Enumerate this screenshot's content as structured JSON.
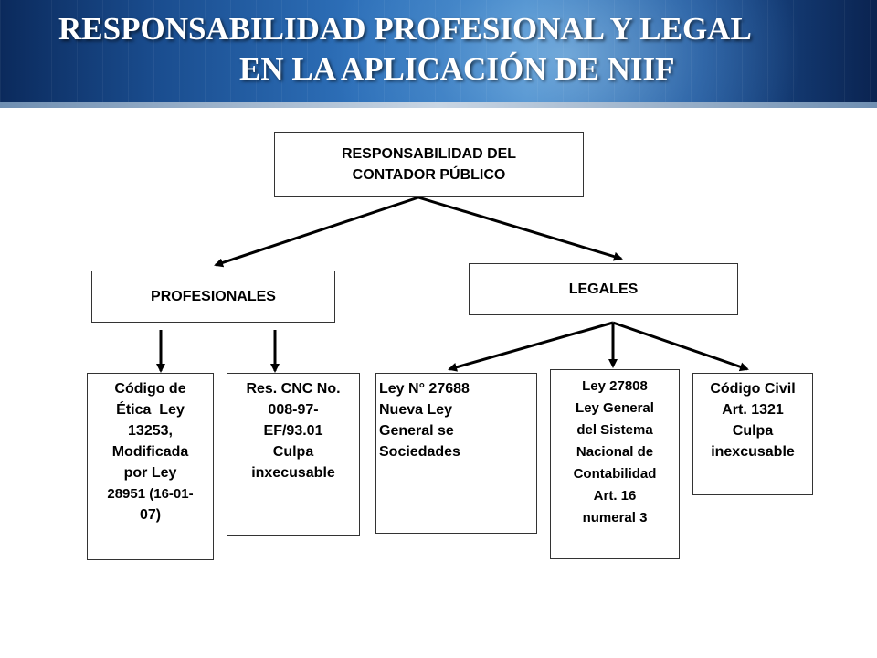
{
  "slide": {
    "title_line1": "RESPONSABILIDAD PROFESIONAL Y LEGAL",
    "title_line2": "EN LA APLICACIÓN DE NIIF"
  },
  "diagram": {
    "root": {
      "line1": "RESPONSABILIDAD DEL",
      "line2": "CONTADOR PÚBLICO"
    },
    "profesionales": {
      "label": "PROFESIONALES"
    },
    "legales": {
      "label": "LEGALES"
    },
    "leaves": {
      "codigo_etica": [
        "Código de",
        "Ética  Ley",
        "13253,",
        "Modificada",
        "por Ley",
        "28951 (16-01-",
        "07)"
      ],
      "res_cnc": [
        "Res. CNC No.",
        "008-97-",
        "EF/93.01",
        "Culpa",
        "inxecusable"
      ],
      "ley_27688": [
        "Ley N° 27688",
        "Nueva Ley",
        "General se",
        "Sociedades"
      ],
      "ley_27808": [
        "Ley 27808",
        "Ley General",
        "del Sistema",
        "Nacional de",
        "Contabilidad",
        "Art. 16",
        "numeral 3"
      ],
      "codigo_civil": [
        "Código Civil",
        "Art. 1321",
        "Culpa",
        "inexcusable"
      ]
    }
  },
  "colors": {
    "banner_dark": "#0b2a5c",
    "banner_light": "#3f86c9",
    "title_text": "#ffffff",
    "box_border": "#333333",
    "arrow": "#000000"
  }
}
